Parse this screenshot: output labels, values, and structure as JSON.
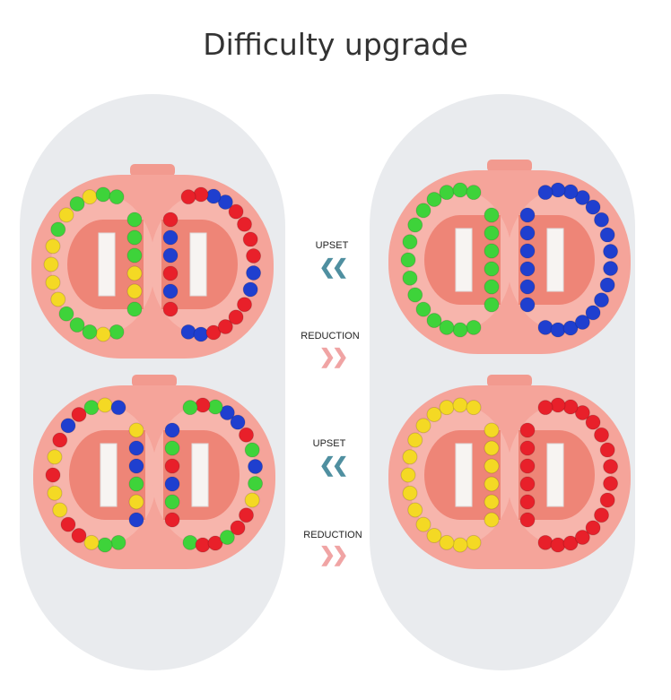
{
  "title": "Difficulty upgrade",
  "labels": {
    "upset": "UPSET",
    "reduction": "REDUCTION",
    "upset_arrows": "❮❮",
    "reduction_arrows": "❯❯"
  },
  "colors": {
    "upset": "#4f8fa0",
    "reduction": "#f0a4a4",
    "toy": "#f5a49a",
    "toy_inner": "#ee8577",
    "pill": "#e9ebee"
  },
  "bead_colors": {
    "g": "#3ed33a",
    "y": "#f4d924",
    "r": "#e8202a",
    "b": "#1f3fcf"
  },
  "toys": [
    {
      "name": "top-left-scrambled",
      "left": "gygggyyyygygygg",
      "leftcol": "gggyyg",
      "right": "bbrrrrbbrrrrbbrr",
      "rightcol": "rbbrbr"
    },
    {
      "name": "top-right-solved",
      "left": "ggggggggggggggg",
      "leftcol": "gggggg",
      "right": "bbbbbbbbbbbbbbbb",
      "rightcol": "bbbbbb"
    },
    {
      "name": "bottom-left-scrambled",
      "left": "ggyrryyryrbrgyb",
      "leftcol": "ybbgyb",
      "right": "grrgrrygbgrbbgrg",
      "rightcol": "bgrbgr"
    },
    {
      "name": "bottom-right-solved",
      "left": "yyyyyyyyyyyyyyy",
      "leftcol": "yyyyyy",
      "right": "rrrrrrrrrrrrrrrr",
      "rightcol": "rrrrrr"
    }
  ]
}
